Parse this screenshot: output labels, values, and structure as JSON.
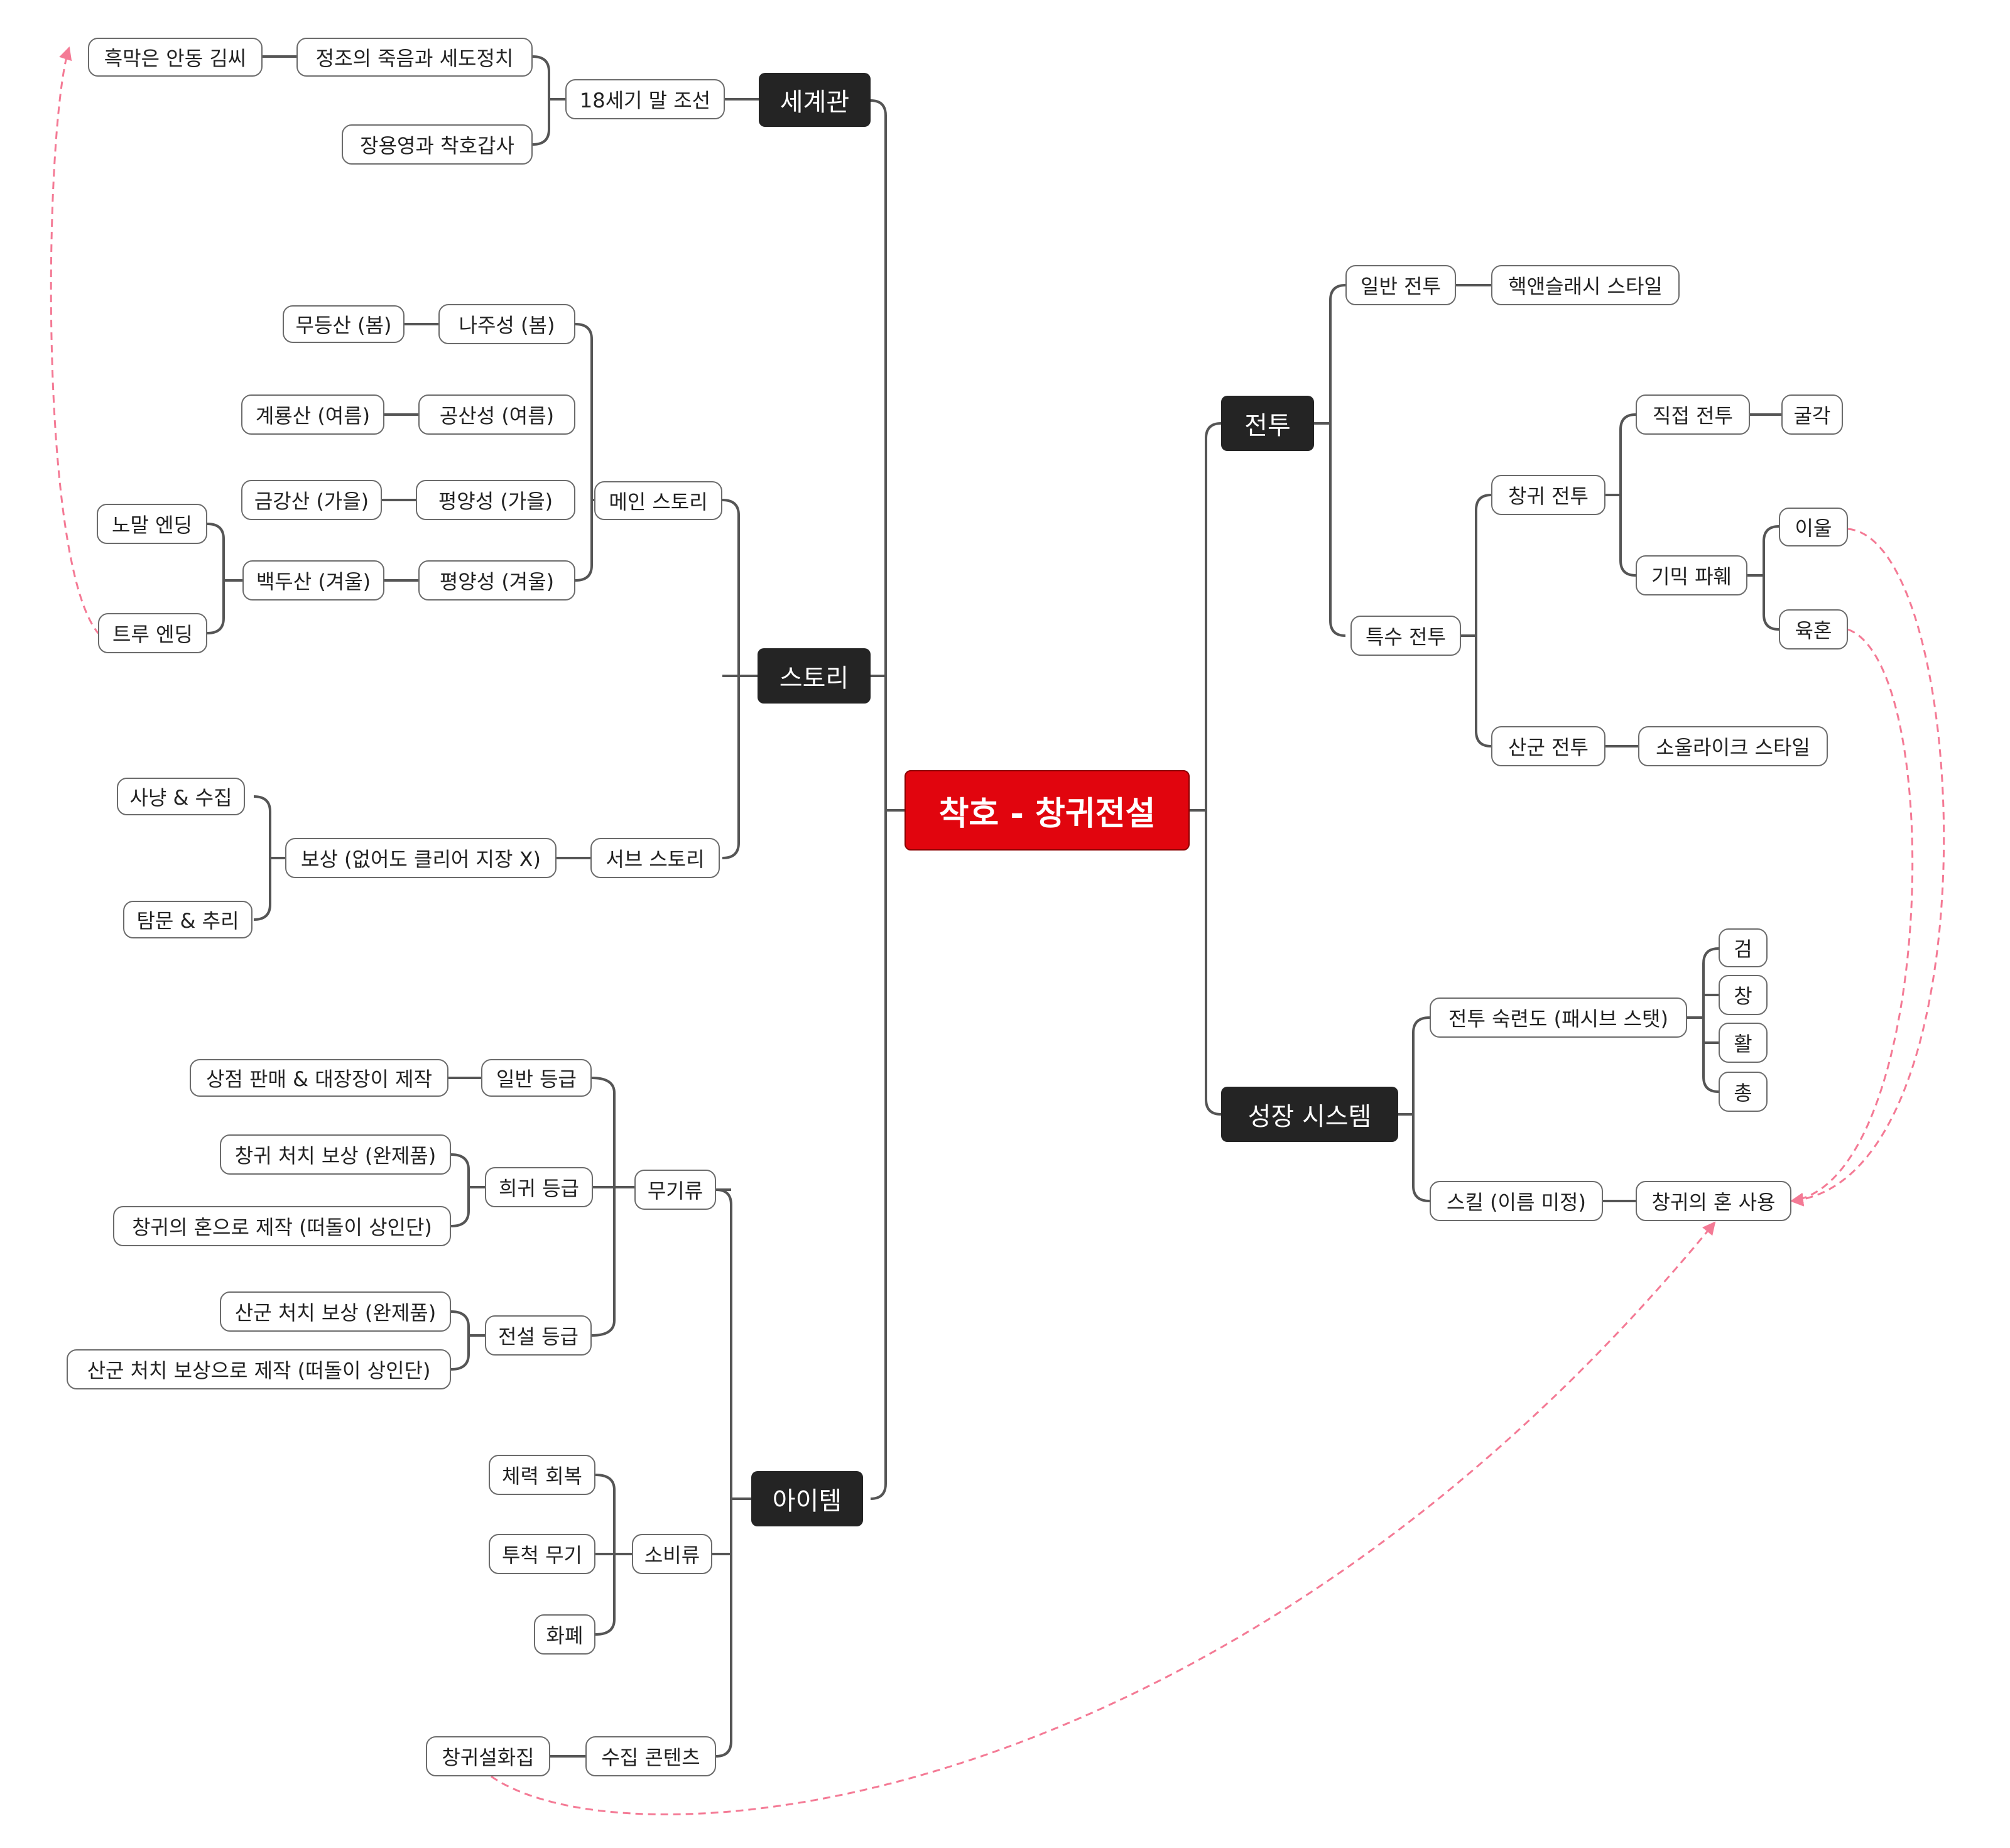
{
  "root": "착호 - 창귀전설",
  "colors": {
    "root": "#e1050e",
    "main": "#242424",
    "line": "#555555",
    "relation": "#f47a95"
  },
  "left": {
    "worldview": {
      "label": "세계관",
      "era": "18세기 말 조선",
      "politics": "정조의 죽음과 세도정치",
      "mastermind": "흑막은 안동 김씨",
      "hero": "장용영과 착호갑사"
    },
    "story": {
      "label": "스토리",
      "main_story": "메인 스토리",
      "spring_fort": "나주성 (봄)",
      "spring_mt": "무등산 (봄)",
      "summer_fort": "공산성 (여름)",
      "summer_mt": "계룡산 (여름)",
      "autumn_fort": "평양성 (가을)",
      "autumn_mt": "금강산 (가을)",
      "winter_fort": "평양성 (겨울)",
      "winter_mt": "백두산 (겨울)",
      "normal_ending": "노말 엔딩",
      "true_ending": "트루 엔딩",
      "sub_story": "서브 스토리",
      "reward": "보상 (없어도 클리어 지장 X)",
      "hunting": "사냥 & 수집",
      "explore": "탐문 & 추리"
    },
    "items": {
      "label": "아이템",
      "weapons": "무기류",
      "normal_grade": "일반 등급",
      "normal_src": "상점 판매 & 대장장이 제작",
      "rare_grade": "희귀 등급",
      "rare_src1": "창귀 처치 보상 (완제품)",
      "rare_src2": "창귀의 혼으로 제작 (떠돌이 상인단)",
      "legend_grade": "전설 등급",
      "legend_src1": "산군 처치 보상 (완제품)",
      "legend_src2": "산군 처치 보상으로 제작 (떠돌이 상인단)",
      "consumables": "소비류",
      "heal": "체력 회복",
      "throw": "투척 무기",
      "money": "화폐",
      "collect": "수집 콘텐츠",
      "book": "창귀설화집"
    }
  },
  "right": {
    "combat": {
      "label": "전투",
      "general": "일반 전투",
      "hns": "핵앤슬래시 스타일",
      "special": "특수 전투",
      "changgwi": "창귀 전투",
      "direct": "직접 전투",
      "gulgak": "굴각",
      "gimak": "기믹 파훼",
      "iul": "이울",
      "yukhon": "육혼",
      "sangun": "산군 전투",
      "soulslike": "소울라이크 스타일"
    },
    "growth": {
      "label": "성장 시스템",
      "mastery": "전투 숙련도 (패시브 스탯)",
      "sword": "검",
      "spear": "창",
      "bow": "활",
      "gun": "총",
      "skill": "스킬 (이름 미정)",
      "soul_use": "창귀의 혼 사용"
    }
  }
}
